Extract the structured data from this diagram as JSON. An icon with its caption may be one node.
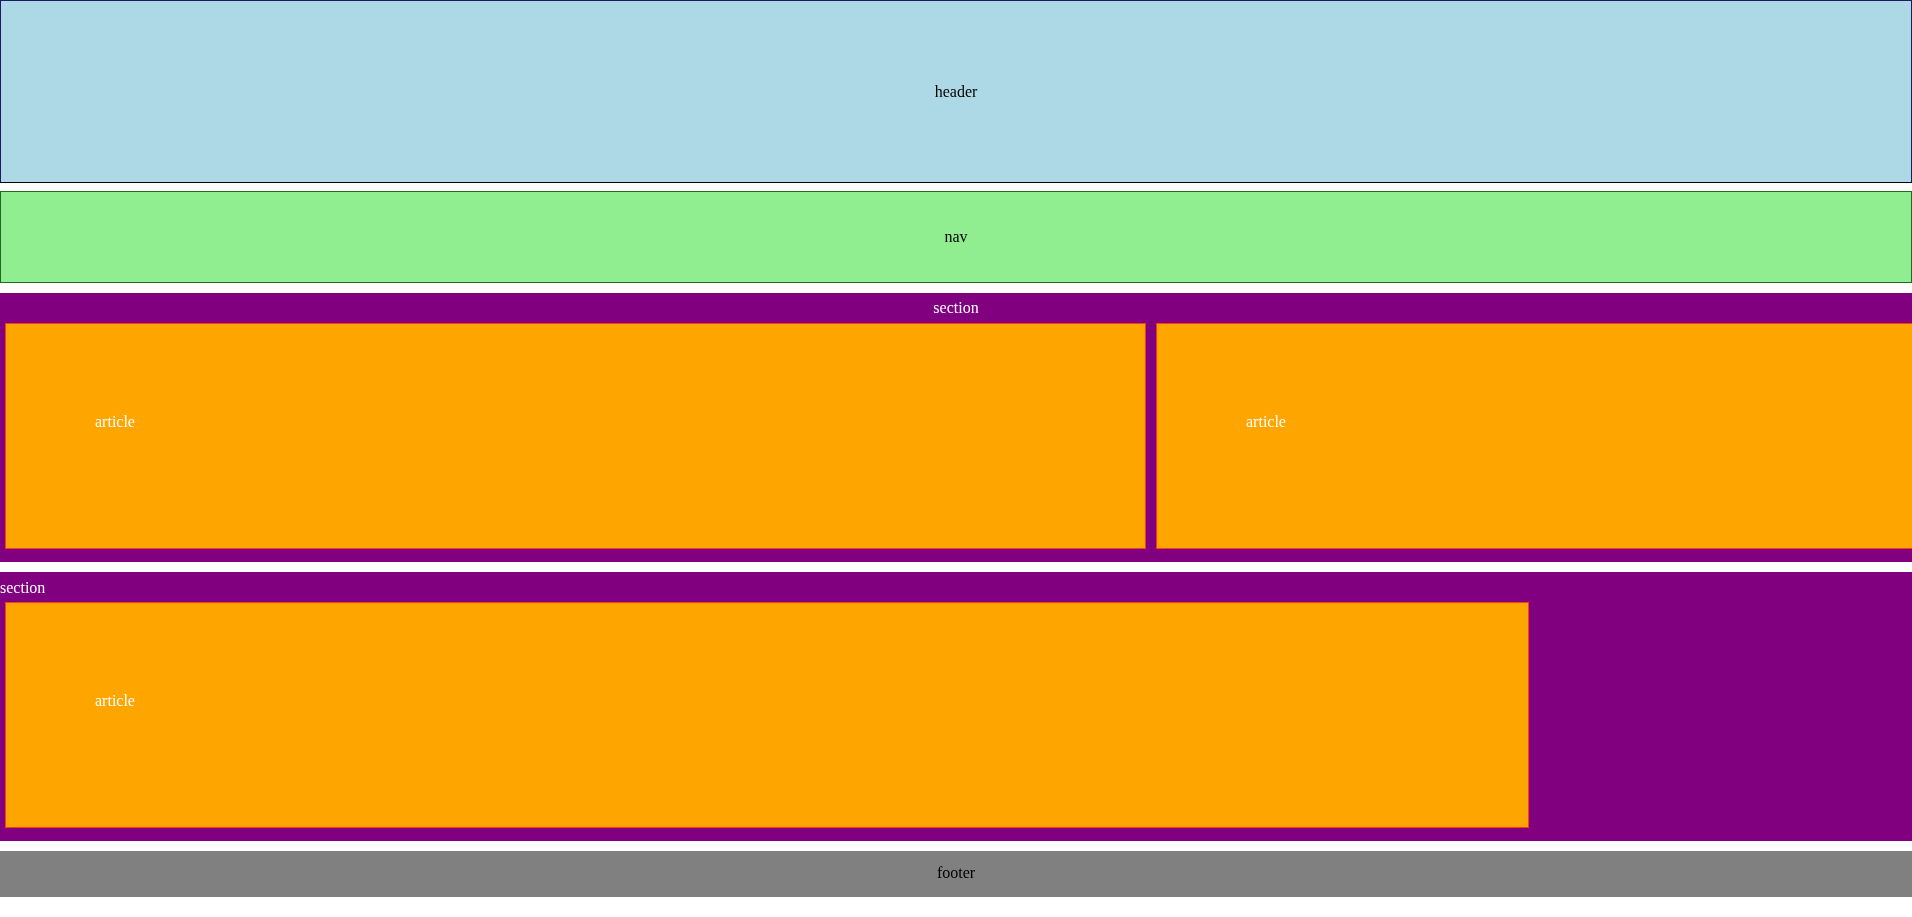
{
  "diagram": {
    "nodes": [
      {
        "text": [
          "header"
        ]
      },
      {
        "text": [
          "nav"
        ]
      },
      {
        "text": [
          "section"
        ]
      },
      {
        "text": [
          "article"
        ],
        "in": 2
      },
      {
        "text": [
          "article"
        ],
        "in": 2
      },
      {
        "text": [
          "section"
        ]
      },
      {
        "text": [
          "article"
        ],
        "in": 5
      },
      {
        "text": [
          "footer"
        ]
      }
    ]
  }
}
